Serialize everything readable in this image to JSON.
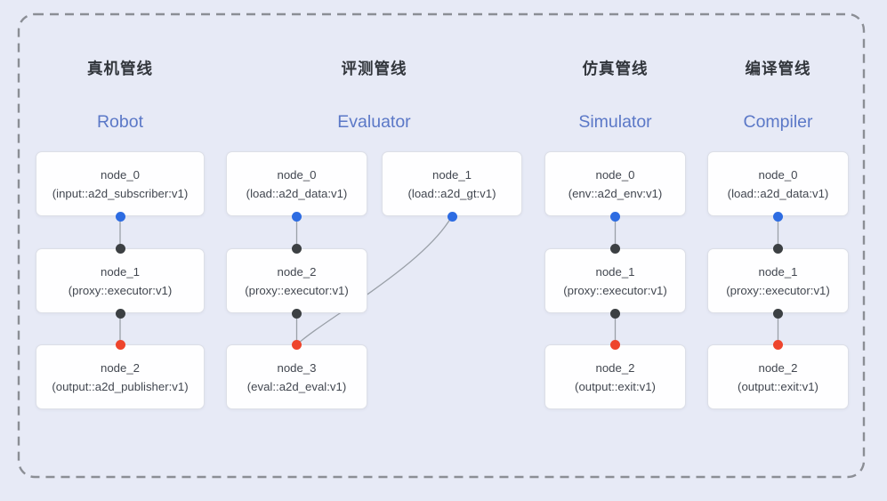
{
  "diagram": {
    "pipelines": [
      {
        "title": "真机管线",
        "subtitle": "Robot",
        "nodes": [
          {
            "name": "node_0",
            "type": "(input::a2d_subscriber:v1)"
          },
          {
            "name": "node_1",
            "type": "(proxy::executor:v1)"
          },
          {
            "name": "node_2",
            "type": "(output::a2d_publisher:v1)"
          }
        ]
      },
      {
        "title": "评测管线",
        "subtitle": "Evaluator",
        "nodes": [
          {
            "name": "node_0",
            "type": "(load::a2d_data:v1)"
          },
          {
            "name": "node_1",
            "type": "(load::a2d_gt:v1)"
          },
          {
            "name": "node_2",
            "type": "(proxy::executor:v1)"
          },
          {
            "name": "node_3",
            "type": "(eval::a2d_eval:v1)"
          }
        ]
      },
      {
        "title": "仿真管线",
        "subtitle": "Simulator",
        "nodes": [
          {
            "name": "node_0",
            "type": "(env::a2d_env:v1)"
          },
          {
            "name": "node_1",
            "type": "(proxy::executor:v1)"
          },
          {
            "name": "node_2",
            "type": "(output::exit:v1)"
          }
        ]
      },
      {
        "title": "编译管线",
        "subtitle": "Compiler",
        "nodes": [
          {
            "name": "node_0",
            "type": "(load::a2d_data:v1)"
          },
          {
            "name": "node_1",
            "type": "(proxy::executor:v1)"
          },
          {
            "name": "node_2",
            "type": "(output::exit:v1)"
          }
        ]
      }
    ],
    "colors": {
      "background": "#e7eaf6",
      "dashed_border": "#8b8e95",
      "node_background": "#fefeff",
      "node_border": "#dcdfe7",
      "title_text": "#32363c",
      "subtitle_text": "#5b78c7",
      "node_text": "#424750",
      "connector_line": "#9aa0a8",
      "port_blue_dot": "#2d6ce2",
      "port_dark_dot": "#3c4043",
      "port_red_dot": "#ee452d"
    }
  }
}
